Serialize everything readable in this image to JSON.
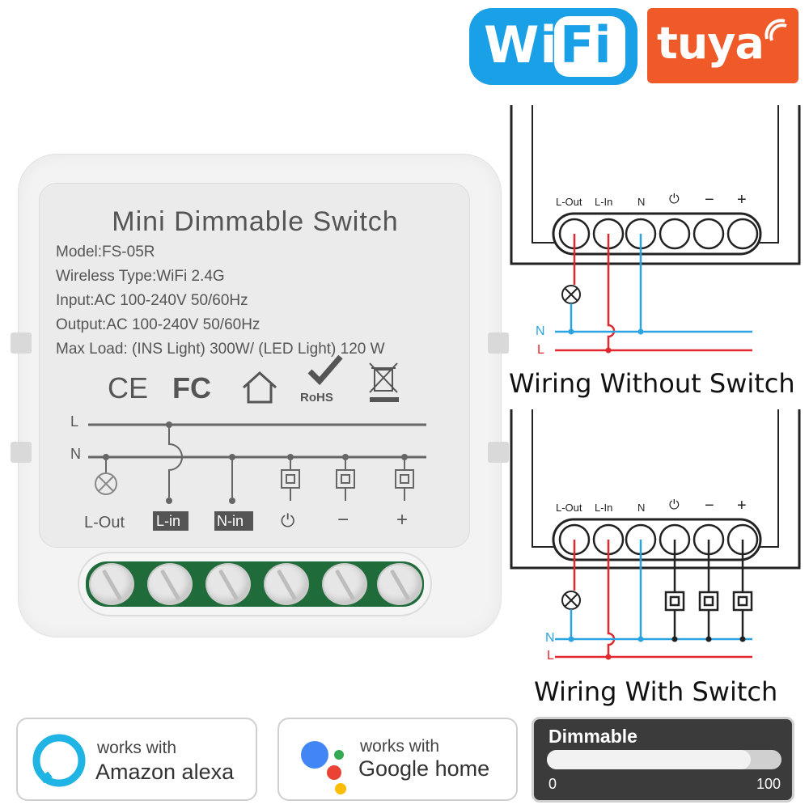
{
  "badges": {
    "wifi": {
      "text_wi": "Wi",
      "text_fi": "Fi",
      "color": "#1aa0e6"
    },
    "tuya": {
      "text": "tuya",
      "color": "#f05a28"
    }
  },
  "device": {
    "title": "Mini Dimmable Switch",
    "specs": [
      "Model:FS-05R",
      "Wireless Type:WiFi 2.4G",
      "Input:AC 100-240V 50/60Hz",
      "Output:AC 100-240V 50/60Hz",
      "Max  Load: (INS Light) 300W/ (LED Light) 120 W"
    ],
    "certifications": [
      "CE",
      "FC",
      "home-icon",
      "RoHS",
      "weee-bin-icon"
    ],
    "rohs_text": "RoHS",
    "schematic": {
      "line_L": "L",
      "line_N": "N",
      "terminals": [
        "L-Out",
        "L-in",
        "N-in",
        "⏻",
        "−",
        "+"
      ]
    }
  },
  "wiring": {
    "without_switch": {
      "title": "Wiring Without Switch",
      "terminal_labels": [
        "L-Out",
        "L-In",
        "N",
        "⏻",
        "−",
        "+"
      ],
      "line_N": "N",
      "line_L": "L"
    },
    "with_switch": {
      "title": "Wiring With Switch",
      "terminal_labels": [
        "L-Out",
        "L-In",
        "N",
        "⏻",
        "−",
        "+"
      ],
      "line_N": "N",
      "line_L": "L"
    },
    "colors": {
      "neutral": "#2aa3e0",
      "live": "#e0282e"
    }
  },
  "bottom": {
    "alexa": {
      "small": "works with",
      "big": "Amazon alexa",
      "color": "#1fb4e4"
    },
    "google": {
      "small": "works with",
      "big": "Google home"
    },
    "dimmer": {
      "label": "Dimmable",
      "min": "0",
      "max": "100",
      "level_percent": 87
    }
  }
}
